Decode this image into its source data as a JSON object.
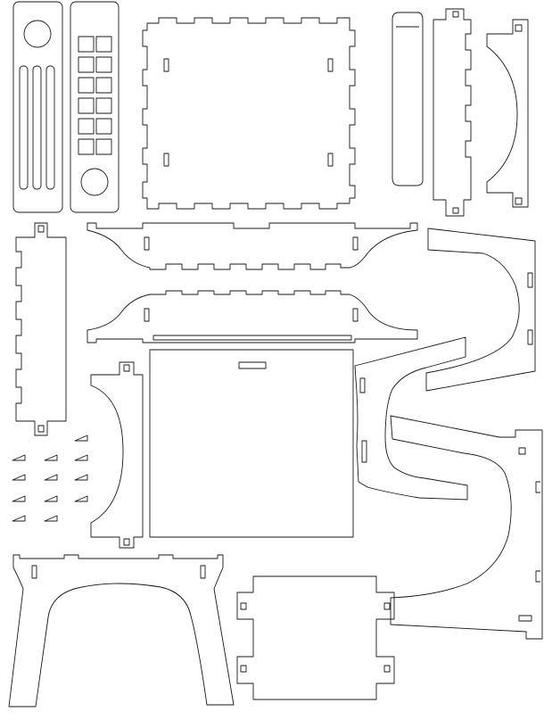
{
  "sheet": {
    "background": "#ffffff",
    "line_color": "#1a1a1a",
    "parts": [
      {
        "id": "remote-back-panel",
        "kind": "panel with circle and three slots"
      },
      {
        "id": "remote-front-panel",
        "kind": "panel with 12 button holes and circle"
      },
      {
        "id": "base-plate",
        "kind": "finger-jointed plate"
      },
      {
        "id": "handle-bar",
        "kind": "rounded bar"
      },
      {
        "id": "side-rail-top-right",
        "kind": "tabbed rail"
      },
      {
        "id": "arched-side-top-right",
        "kind": "arched side"
      },
      {
        "id": "side-rail-left",
        "kind": "tabbed rail"
      },
      {
        "id": "long-strap-upper",
        "kind": "curved strap"
      },
      {
        "id": "long-strap-lower",
        "kind": "curved strap"
      },
      {
        "id": "seat-plate",
        "kind": "plain plate with slot"
      },
      {
        "id": "arched-side-left",
        "kind": "arched side"
      },
      {
        "id": "wedges",
        "kind": "13 small wedge pieces"
      },
      {
        "id": "chair-leg-upper",
        "kind": "S-curve leg"
      },
      {
        "id": "chair-leg-lower",
        "kind": "S-curve leg"
      },
      {
        "id": "stool-frame",
        "kind": "arched stool front"
      },
      {
        "id": "tab-plate-bottom",
        "kind": "plate with tabs and slots"
      }
    ]
  }
}
